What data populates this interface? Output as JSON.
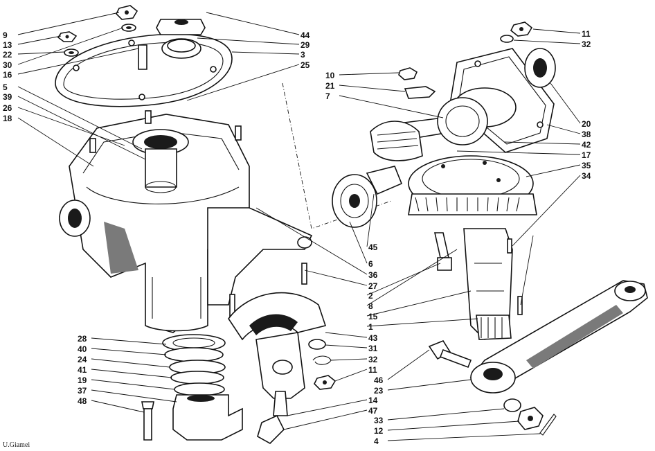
{
  "left_labels": [
    "9",
    "13",
    "22",
    "30",
    "16",
    "5",
    "39",
    "26",
    "18",
    "28",
    "40",
    "24",
    "41",
    "19",
    "37",
    "48"
  ],
  "right_labels_upper_left": [
    "44",
    "29",
    "3",
    "25"
  ],
  "right_labels_upper_right": [
    "11",
    "32",
    "20",
    "38",
    "42",
    "17",
    "35",
    "34"
  ],
  "center_labels": [
    "10",
    "21",
    "7",
    "45",
    "6",
    "36",
    "27",
    "2",
    "8",
    "15",
    "1",
    "43",
    "31",
    "32",
    "11",
    "46",
    "23",
    "14",
    "47",
    "33",
    "12",
    "4"
  ],
  "signature": "U.Giamei"
}
